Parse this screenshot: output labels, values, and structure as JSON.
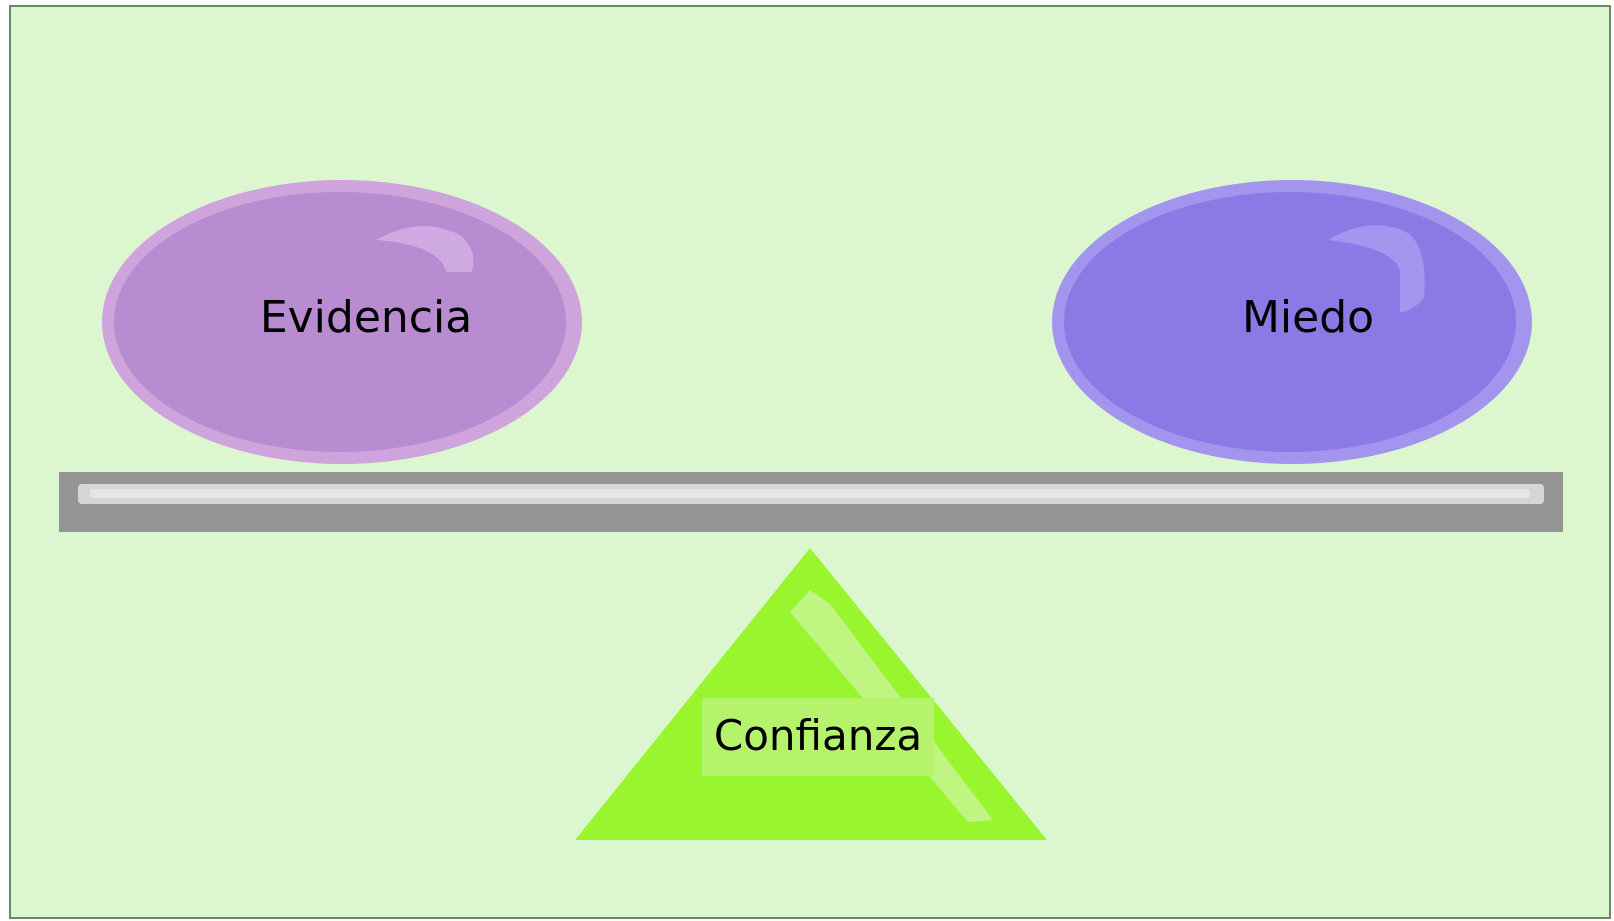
{
  "diagram": {
    "left_weight_label": "Evidencia",
    "right_weight_label": "Miedo",
    "fulcrum_label": "Confianza"
  },
  "colors": {
    "background": "#dcf7d0",
    "left_weight": "#b98bd0",
    "left_weight_rim": "#cfa3dc",
    "right_weight": "#8b79e6",
    "right_weight_rim": "#a394ee",
    "beam": "#959595",
    "beam_highlight": "#d6d6d6",
    "fulcrum": "#99f62e",
    "fulcrum_label_bg": "#b6f36c",
    "text": "#000000"
  }
}
